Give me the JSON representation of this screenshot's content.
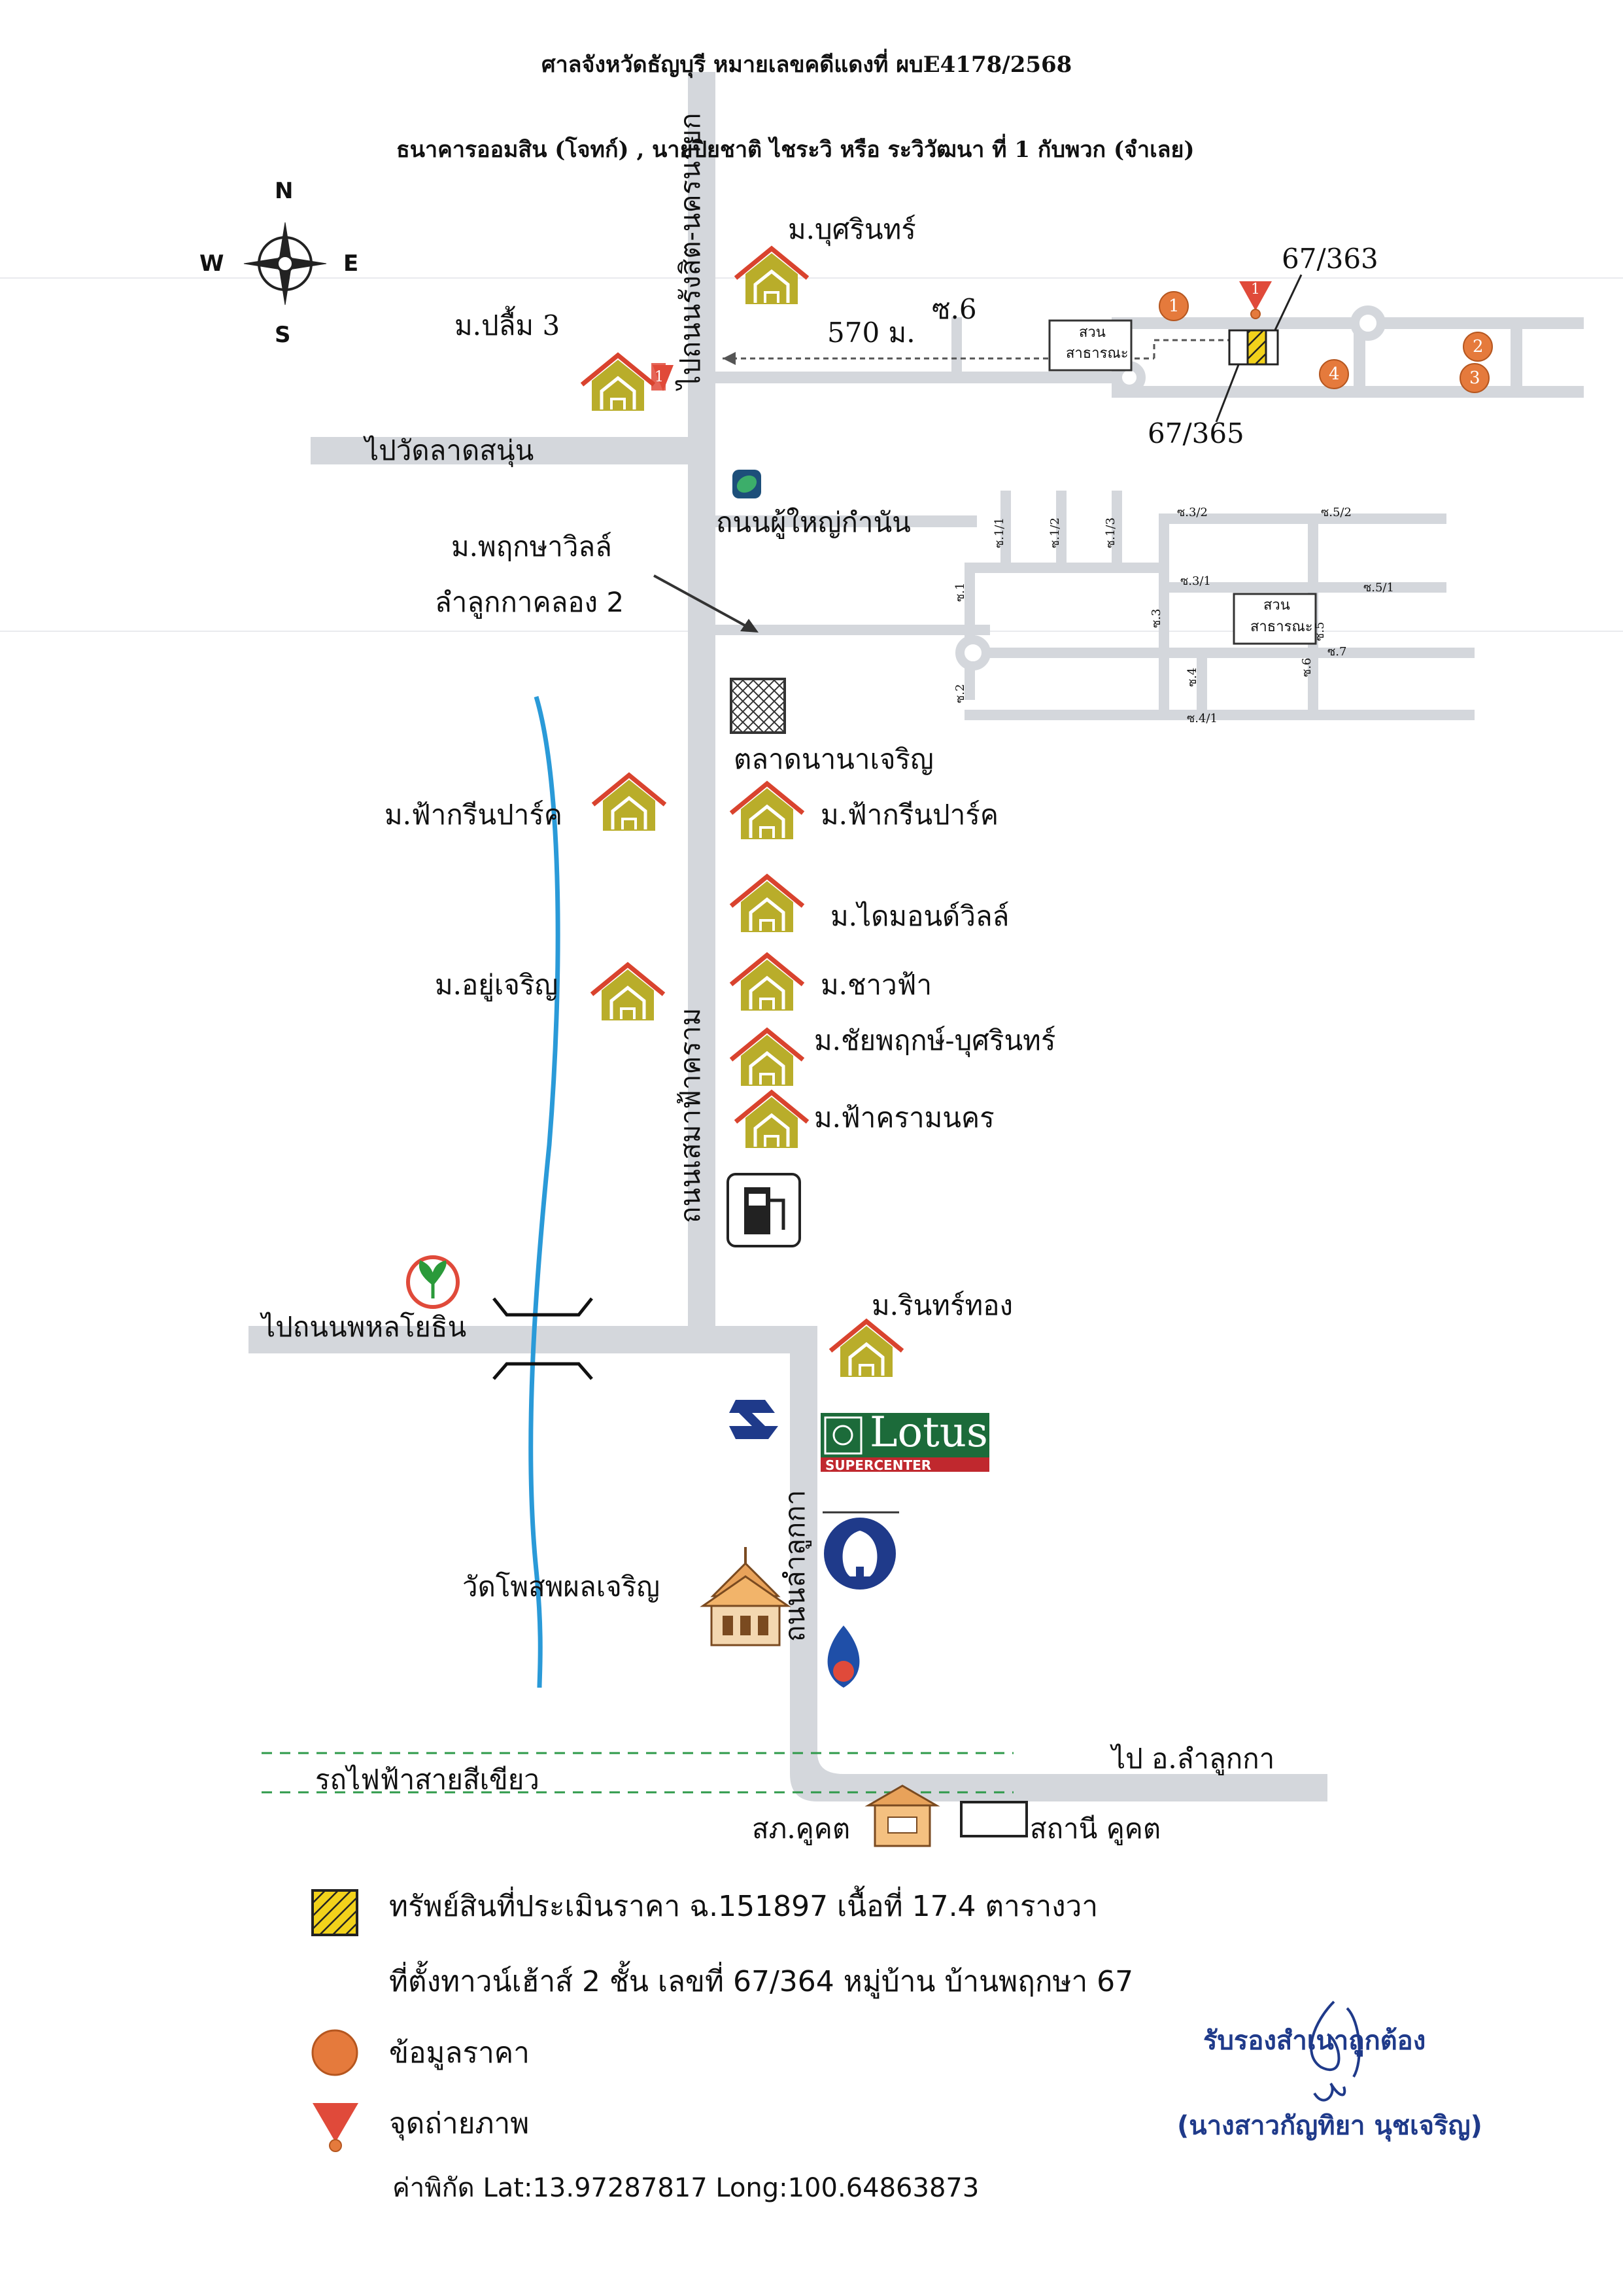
{
  "header": {
    "line1": "ศาลจังหวัดธัญบุรี หมายเลขคดีแดงที่ ผบE4178/2568",
    "line2": "ธนาคารออมสิน (โจทก์) ,  นายปิยชาติ ไชระวิ หรือ ระวิวัฒนา ที่ 1 กับพวก (จำเลย)"
  },
  "compass": {
    "n": "N",
    "s": "S",
    "e": "E",
    "w": "W"
  },
  "roads": {
    "main_north": "ไปถนนรังสิต-นครนายก",
    "main_vertical": "ถนนเสมาฟ้าคราม",
    "wat_lat_sanun": "ไปวัดลาดสนุ่น",
    "phu_yai_kamnan": "ถนนผู้ใหญ่กำนัน",
    "phahonyothin": "ไปถนนพหลโยธิน",
    "lam_luk_ka_road": "ถนนลำลูกกา",
    "to_lam_luk_ka": "ไป อ.ลำลูกกา",
    "green_line": "รถไฟฟ้าสายสีเขียว",
    "soi6": "ซ.6",
    "distance": "570 ม."
  },
  "subject": {
    "house_a": "67/363",
    "house_b": "67/365",
    "park_top_1": "สวน",
    "park_top_2": "สาธารณะ",
    "park_mid_1": "สวน",
    "park_mid_2": "สาธารณะ"
  },
  "price_points": [
    "1",
    "2",
    "3",
    "4"
  ],
  "photo_point": "1",
  "photo_point_top": "1",
  "villages": {
    "bu_sarin": "ม.บุศรินทร์",
    "plearn3": "ม.ปลื้ม 3",
    "pruksa_ville": "ม.พฤกษาวิลล์",
    "lam_luk_ka_khlong2": "ลำลูกกาคลอง 2",
    "fah_green_park_left": "ม.ฟ้ากรีนปาร์ค",
    "fah_green_park_right": "ม.ฟ้ากรีนปาร์ค",
    "diamond_ville": "ม.ไดมอนด์วิลล์",
    "yoo_charoen": "ม.อยู่เจริญ",
    "chao_fah": "ม.ชาวฟ้า",
    "chaiyapruk": "ม.ชัยพฤกษ์-บุศรินทร์",
    "fahkram_nakorn": "ม.ฟ้าครามนคร",
    "rin_thong": "ม.รินทร์ทอง"
  },
  "places": {
    "market": "ตลาดนานาเจริญ",
    "temple": "วัดโพสพผลเจริญ",
    "police": "สภ.คูคต",
    "station": "สถานี คูคต",
    "lotus_main": "Lotus",
    "lotus_sub": "SUPERCENTER"
  },
  "soi_labels": [
    "ซ.1/1",
    "ซ.1/2",
    "ซ.1/3",
    "ซ.3/2",
    "ซ.5/2",
    "ซ.1",
    "ซ.3/1",
    "ซ.3",
    "ซ.5",
    "ซ.5/1",
    "ซ.2",
    "ซ.4",
    "ซ.6",
    "ซ.7",
    "ซ.4/1"
  ],
  "legend": {
    "asset_line1": "ทรัพย์สินที่ประเมินราคา ฉ.151897 เนื้อที่ 17.4 ตารางวา",
    "asset_line2": "ที่ตั้งทาวน์เฮ้าส์ 2 ชั้น เลขที่ 67/364 หมู่บ้าน บ้านพฤกษา 67",
    "price_data": "ข้อมูลราคา",
    "photo_spot": "จุดถ่ายภาพ",
    "coords": "ค่าพิกัด Lat:13.97287817 Long:100.64863873"
  },
  "certification": {
    "line1": "รับรองสำเนาถูกต้อง",
    "line2": "(นางสาวกัญทิยา  นุชเจริญ)"
  },
  "colors": {
    "road": "#d4d7dc",
    "river": "#2a9ad8",
    "house_roof": "#d9432e",
    "house_body": "#b9ad2a",
    "price_marker": "#e57a3c",
    "photo_marker": "#e04a3a",
    "asset_fill": "#f2d21b",
    "rail": "#2f9a4a",
    "cert_ink": "#1f3a8a"
  }
}
